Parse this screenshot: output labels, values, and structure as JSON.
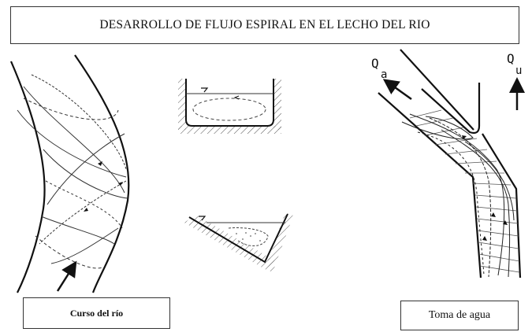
{
  "title": "DESARROLLO DE FLUJO ESPIRAL EN EL LECHO DEL RIO",
  "captions": {
    "left": "Curso del río",
    "right": "Toma de agua"
  },
  "labels": {
    "qa_main": "Q",
    "qa_sub": "a",
    "qu_main": "Q",
    "qu_sub": "u"
  }
}
